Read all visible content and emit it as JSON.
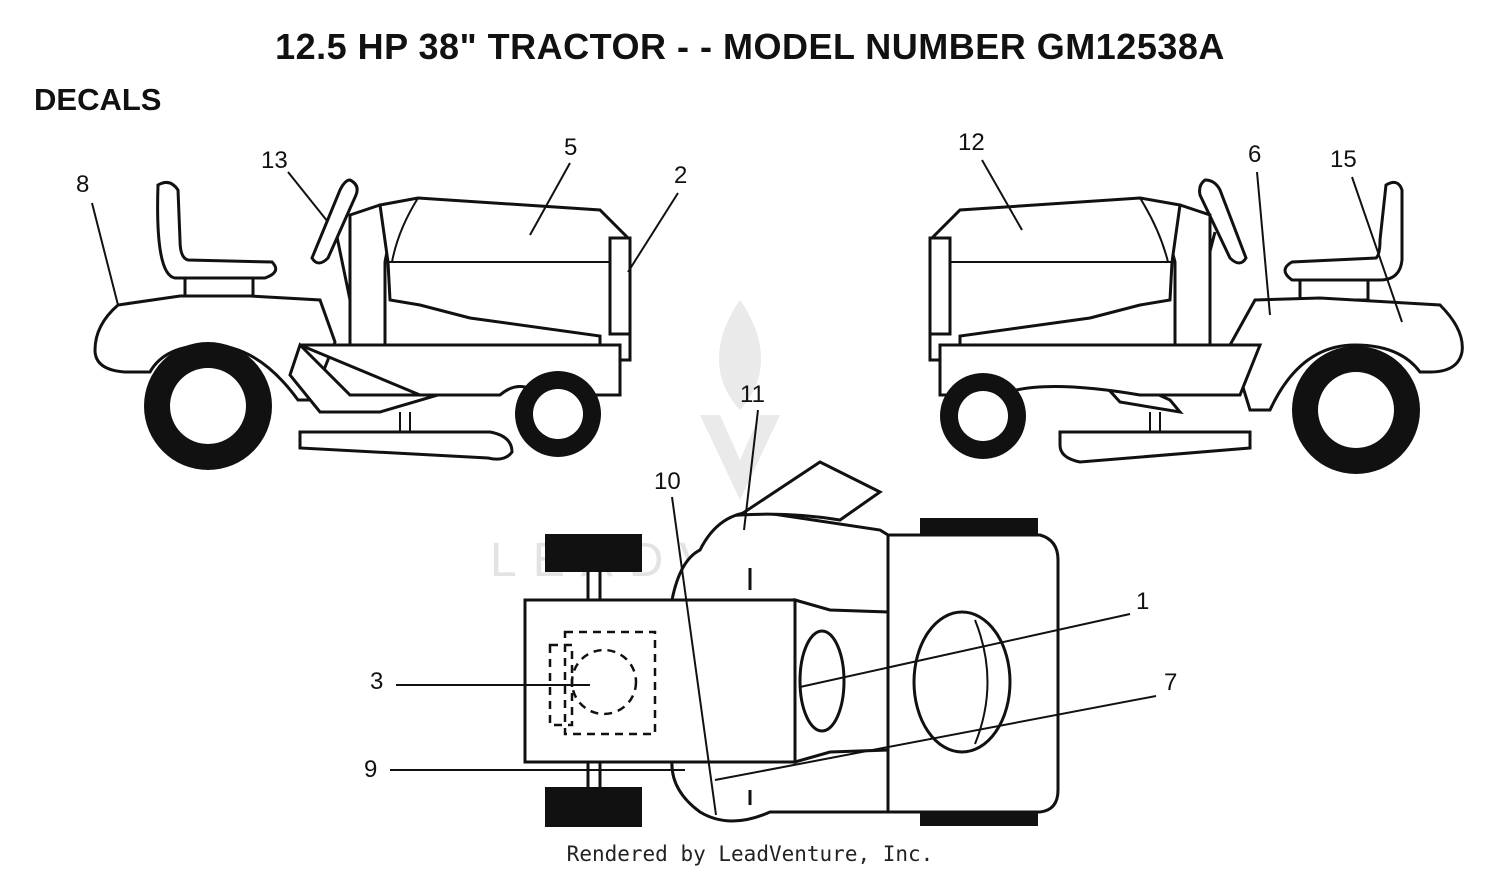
{
  "title": "12.5 HP 38\" TRACTOR - - MODEL NUMBER GM12538A",
  "section": "DECALS",
  "callouts": {
    "c1": "1",
    "c2": "2",
    "c3": "3",
    "c5": "5",
    "c6": "6",
    "c7": "7",
    "c8": "8",
    "c9": "9",
    "c10": "10",
    "c11": "11",
    "c12": "12",
    "c13": "13",
    "c15": "15"
  },
  "watermark": "LEADVENTURE",
  "footer": "Rendered by LeadVenture, Inc."
}
